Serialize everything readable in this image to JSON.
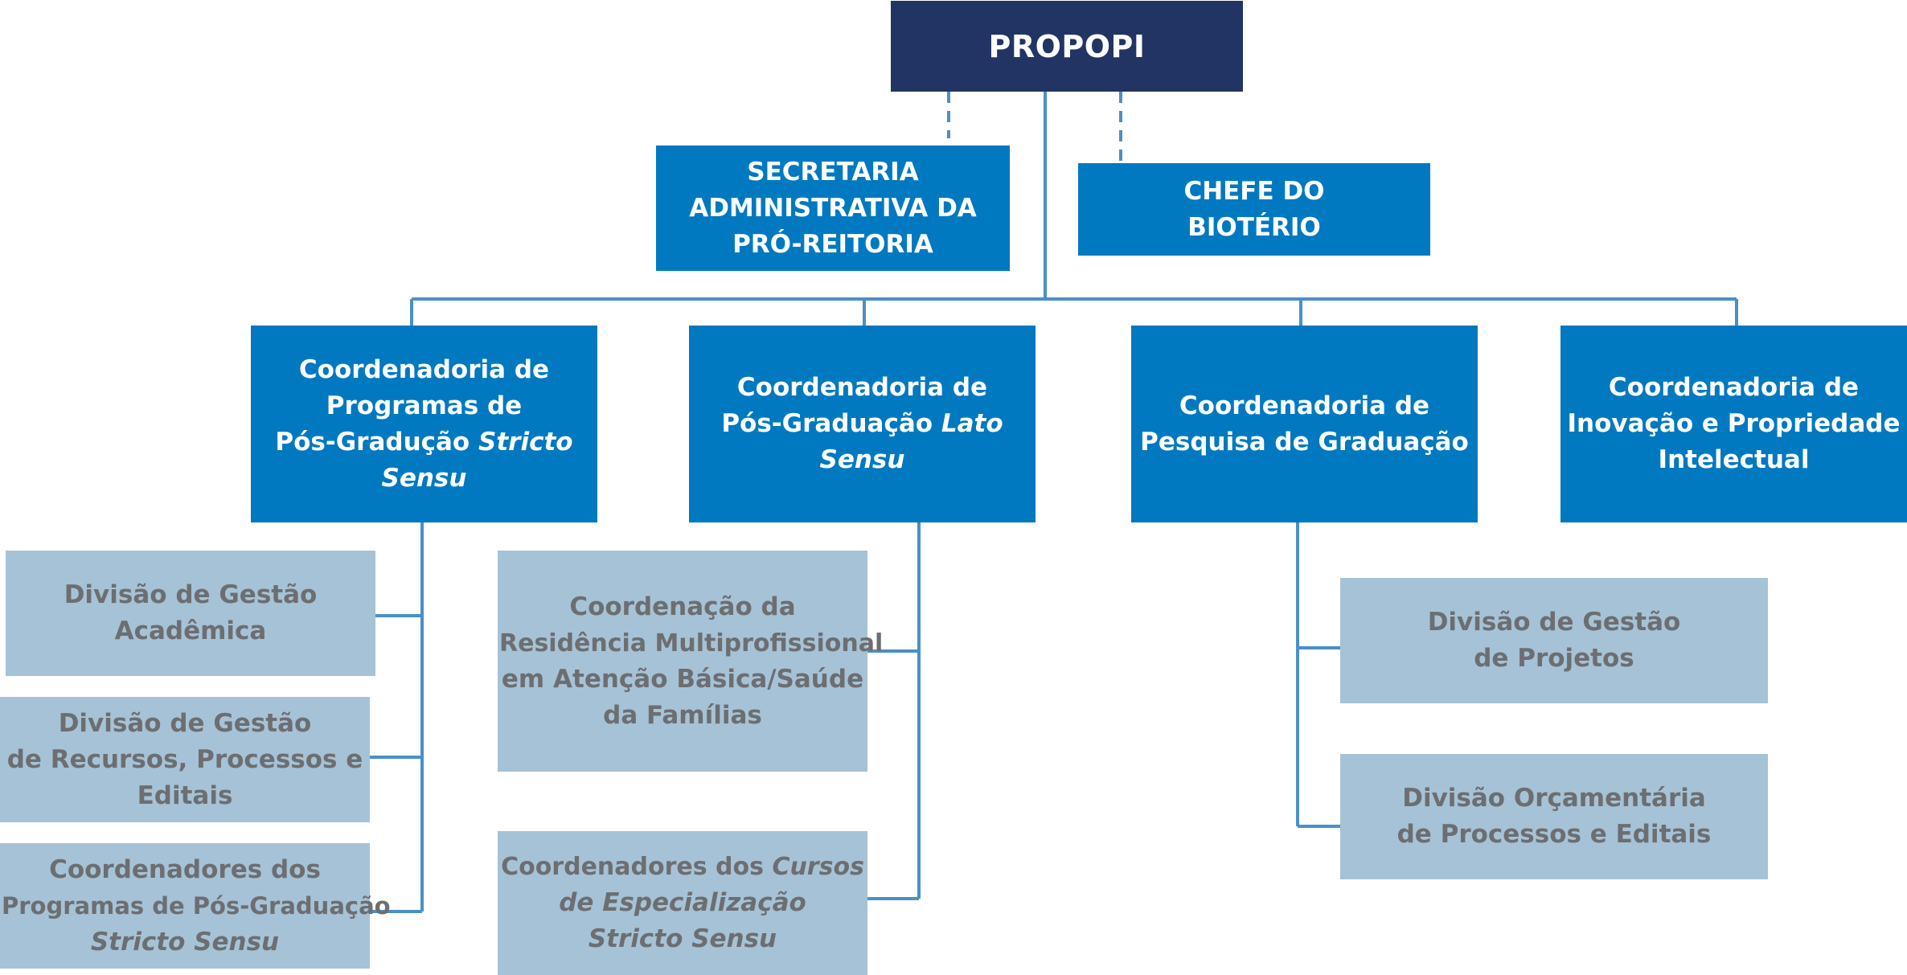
{
  "colors": {
    "top_box": "#223463",
    "main_box": "#0079c1",
    "sub_box": "#a6c2d6",
    "sub_text": "#6c6e71",
    "connector": "#4a90c8"
  },
  "chart": {
    "top": {
      "label": "PROPOPI"
    },
    "staff": [
      {
        "line1": "SECRETARIA",
        "line2": "ADMINISTRATIVA DA",
        "line3": "PRÓ-REITORIA"
      },
      {
        "line1": "CHEFE DO",
        "line2": "BIOTÉRIO"
      }
    ],
    "coordinations": [
      {
        "line1": "Coordenadoria de",
        "line2": "Programas de",
        "line3a": "Pós-Gradução ",
        "line3b": "Stricto",
        "line4": "Sensu",
        "children": [
          {
            "line1": "Divisão de Gestão",
            "line2": "Acadêmica"
          },
          {
            "line1": "Divisão de Gestão",
            "line2": "de Recursos, Processos e",
            "line3": "Editais"
          },
          {
            "line1": "Coordenadores dos",
            "line2": "Programas de Pós-Graduação",
            "line3": "Stricto Sensu"
          }
        ]
      },
      {
        "line1": "Coordenadoria de",
        "line2a": "Pós-Graduação ",
        "line2b": "Lato",
        "line3": "Sensu",
        "children": [
          {
            "line1": "Coordenação da",
            "line2": "Residência Multiprofissional",
            "line3": "em Atenção Básica/Saúde",
            "line4": "da Famílias"
          },
          {
            "line1a": "Coordenadores dos ",
            "line1b": "Cursos",
            "line2": "de Especialização",
            "line3": "Stricto Sensu"
          }
        ]
      },
      {
        "line1": "Coordenadoria de",
        "line2": "Pesquisa de Graduação",
        "children": [
          {
            "line1": "Divisão de Gestão",
            "line2": "de Projetos"
          },
          {
            "line1": "Divisão Orçamentária",
            "line2": "de Processos e Editais"
          }
        ]
      },
      {
        "line1": "Coordenadoria de",
        "line2": "Inovação e Propriedade",
        "line3": "Intelectual"
      }
    ]
  }
}
